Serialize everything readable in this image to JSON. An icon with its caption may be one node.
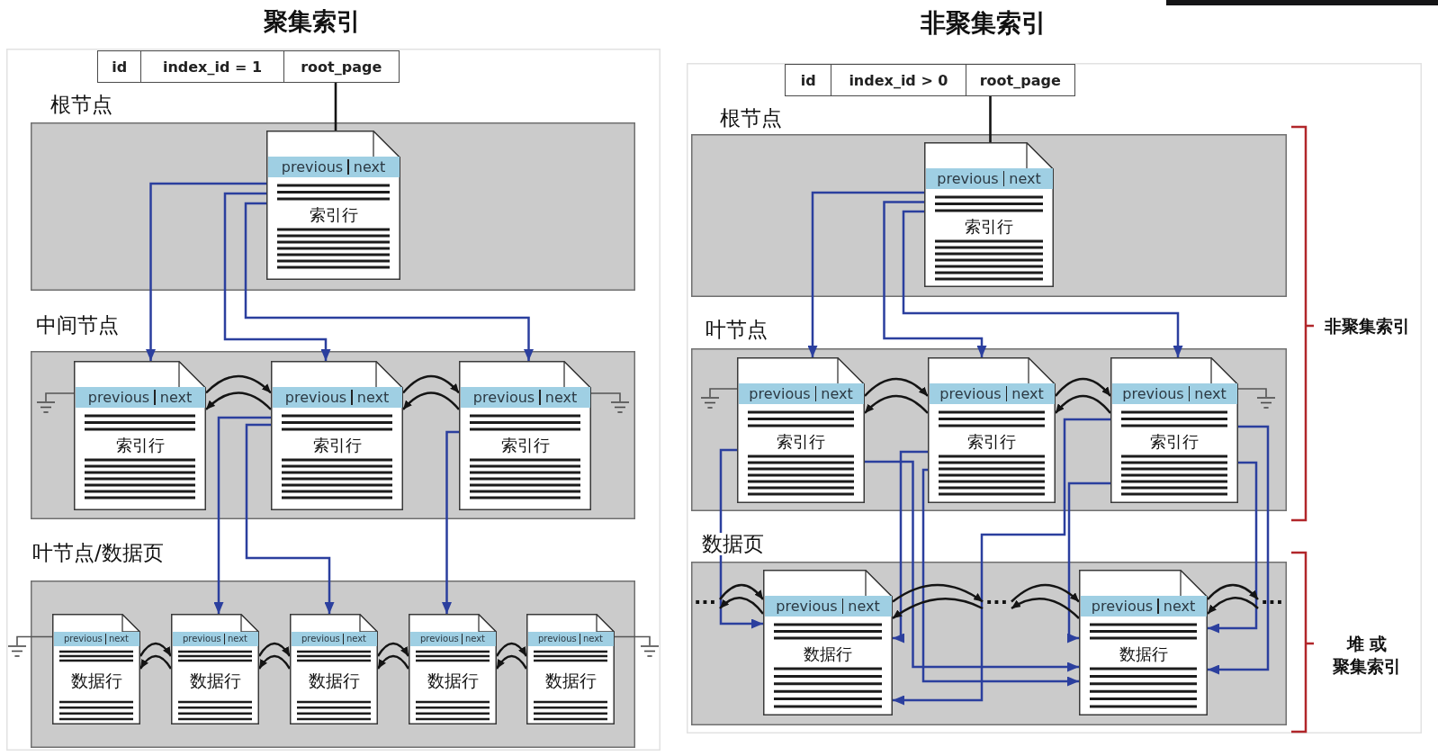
{
  "diagram": {
    "nodes": [
      {
        "text": [
          "聚集索引"
        ]
      },
      {
        "text": [
          "id",
          "index_id = 1",
          "root_page"
        ],
        "in": 0
      },
      {
        "text": [
          "根节点"
        ],
        "in": 0
      },
      {
        "text": [
          "previous",
          "next",
          "索引行"
        ],
        "in": 2
      },
      {
        "text": [
          "中间节点"
        ],
        "in": 0
      },
      {
        "text": [],
        "shape": "ground",
        "in": 4
      },
      {
        "text": [
          "previous",
          "next",
          "索引行"
        ],
        "in": 4
      },
      {
        "text": [
          "previous",
          "next",
          "索引行"
        ],
        "in": 4
      },
      {
        "text": [
          "previous",
          "next",
          "索引行"
        ],
        "in": 4
      },
      {
        "text": [],
        "shape": "ground",
        "in": 4
      },
      {
        "text": [
          "叶节点/数据页"
        ],
        "in": 0
      },
      {
        "text": [],
        "shape": "ground",
        "in": 0
      },
      {
        "text": [
          "previous",
          "next",
          "数据行"
        ],
        "in": 10
      },
      {
        "text": [
          "previous",
          "next",
          "数据行"
        ],
        "in": 10
      },
      {
        "text": [
          "previous",
          "next",
          "数据行"
        ],
        "in": 10
      },
      {
        "text": [
          "previous",
          "next",
          "数据行"
        ],
        "in": 10
      },
      {
        "text": [
          "previous",
          "next",
          "数据行"
        ],
        "in": 10
      },
      {
        "text": [],
        "shape": "ground",
        "in": 0
      },
      {
        "text": [
          "非聚集索引"
        ]
      },
      {
        "text": [
          "id",
          "index_id > 0",
          "root_page"
        ],
        "in": 18
      },
      {
        "text": [
          "根节点"
        ],
        "in": 18
      },
      {
        "text": [
          "previous",
          "next",
          "索引行"
        ],
        "in": 20
      },
      {
        "text": [
          "叶节点"
        ],
        "in": 18
      },
      {
        "text": [],
        "shape": "ground",
        "in": 22
      },
      {
        "text": [
          "previous",
          "next",
          "索引行"
        ],
        "in": 22
      },
      {
        "text": [
          "previous",
          "next",
          "索引行"
        ],
        "in": 22
      },
      {
        "text": [
          "previous",
          "next",
          "索引行"
        ],
        "in": 22
      },
      {
        "text": [],
        "shape": "ground",
        "in": 22
      },
      {
        "text": [
          "数据页"
        ],
        "in": 18
      },
      {
        "text": [
          "..."
        ],
        "in": 28
      },
      {
        "text": [
          "previous",
          "next",
          "数据行"
        ],
        "in": 28
      },
      {
        "text": [
          "..."
        ],
        "in": 28
      },
      {
        "text": [
          "previous",
          "next",
          "数据行"
        ],
        "in": 28
      },
      {
        "text": [
          "..."
        ],
        "in": 28
      }
    ],
    "edges": [
      {
        "from": 1,
        "to": 3,
        "arrow": "none"
      },
      {
        "from": 3,
        "to": 6,
        "arrow": "to",
        "color": "#2b3f9e"
      },
      {
        "from": 3,
        "to": 7,
        "arrow": "to",
        "color": "#2b3f9e"
      },
      {
        "from": 3,
        "to": 8,
        "arrow": "to",
        "color": "#2b3f9e"
      },
      {
        "from": 6,
        "to": 7,
        "arrow": "to"
      },
      {
        "from": 7,
        "to": 6,
        "arrow": "to"
      },
      {
        "from": 7,
        "to": 8,
        "arrow": "to"
      },
      {
        "from": 8,
        "to": 7,
        "arrow": "to"
      },
      {
        "from": 6,
        "to": 5,
        "arrow": "none",
        "color": "#555555"
      },
      {
        "from": 8,
        "to": 9,
        "arrow": "none",
        "color": "#555555"
      },
      {
        "from": 7,
        "to": 13,
        "arrow": "to",
        "color": "#2b3f9e"
      },
      {
        "from": 7,
        "to": 14,
        "arrow": "to",
        "color": "#2b3f9e"
      },
      {
        "from": 8,
        "to": 15,
        "arrow": "to",
        "color": "#2b3f9e"
      },
      {
        "from": 12,
        "to": 13,
        "arrow": "to"
      },
      {
        "from": 13,
        "to": 12,
        "arrow": "to"
      },
      {
        "from": 13,
        "to": 14,
        "arrow": "to"
      },
      {
        "from": 14,
        "to": 13,
        "arrow": "to"
      },
      {
        "from": 14,
        "to": 15,
        "arrow": "to"
      },
      {
        "from": 15,
        "to": 14,
        "arrow": "to"
      },
      {
        "from": 15,
        "to": 16,
        "arrow": "to"
      },
      {
        "from": 16,
        "to": 15,
        "arrow": "to"
      },
      {
        "from": 12,
        "to": 11,
        "arrow": "none",
        "color": "#555555"
      },
      {
        "from": 16,
        "to": 17,
        "arrow": "none",
        "color": "#555555"
      },
      {
        "from": 19,
        "to": 21,
        "arrow": "none"
      },
      {
        "from": 21,
        "to": 24,
        "arrow": "to",
        "color": "#2b3f9e"
      },
      {
        "from": 21,
        "to": 25,
        "arrow": "to",
        "color": "#2b3f9e"
      },
      {
        "from": 21,
        "to": 26,
        "arrow": "to",
        "color": "#2b3f9e"
      },
      {
        "from": 24,
        "to": 25,
        "arrow": "to"
      },
      {
        "from": 25,
        "to": 24,
        "arrow": "to"
      },
      {
        "from": 25,
        "to": 26,
        "arrow": "to"
      },
      {
        "from": 26,
        "to": 25,
        "arrow": "to"
      },
      {
        "from": 24,
        "to": 23,
        "arrow": "none",
        "color": "#555555"
      },
      {
        "from": 26,
        "to": 27,
        "arrow": "none",
        "color": "#555555"
      },
      {
        "from": 24,
        "to": 30,
        "arrow": "to",
        "color": "#2b3f9e"
      },
      {
        "from": 24,
        "to": 32,
        "arrow": "to",
        "color": "#2b3f9e"
      },
      {
        "from": 25,
        "to": 30,
        "arrow": "to",
        "color": "#2b3f9e"
      },
      {
        "from": 25,
        "to": 32,
        "arrow": "to",
        "color": "#2b3f9e"
      },
      {
        "from": 26,
        "to": 30,
        "arrow": "to",
        "color": "#2b3f9e"
      },
      {
        "from": 26,
        "to": 32,
        "arrow": "to",
        "color": "#2b3f9e"
      },
      {
        "from": 26,
        "to": 32,
        "arrow": "to",
        "color": "#2b3f9e"
      },
      {
        "from": 26,
        "to": 32,
        "arrow": "to",
        "color": "#2b3f9e"
      },
      {
        "from": 29,
        "to": 30,
        "arrow": "to"
      },
      {
        "from": 30,
        "to": 29,
        "arrow": "to"
      },
      {
        "from": 30,
        "to": 31,
        "arrow": "to"
      },
      {
        "from": 31,
        "to": 30,
        "arrow": "to"
      },
      {
        "from": 31,
        "to": 32,
        "arrow": "to"
      },
      {
        "from": 32,
        "to": 31,
        "arrow": "to"
      },
      {
        "from": 32,
        "to": 33,
        "arrow": "to"
      },
      {
        "from": 33,
        "to": 32,
        "arrow": "to"
      }
    ],
    "labels": [
      "非聚集索引",
      "堆 或",
      "聚集索引"
    ]
  }
}
